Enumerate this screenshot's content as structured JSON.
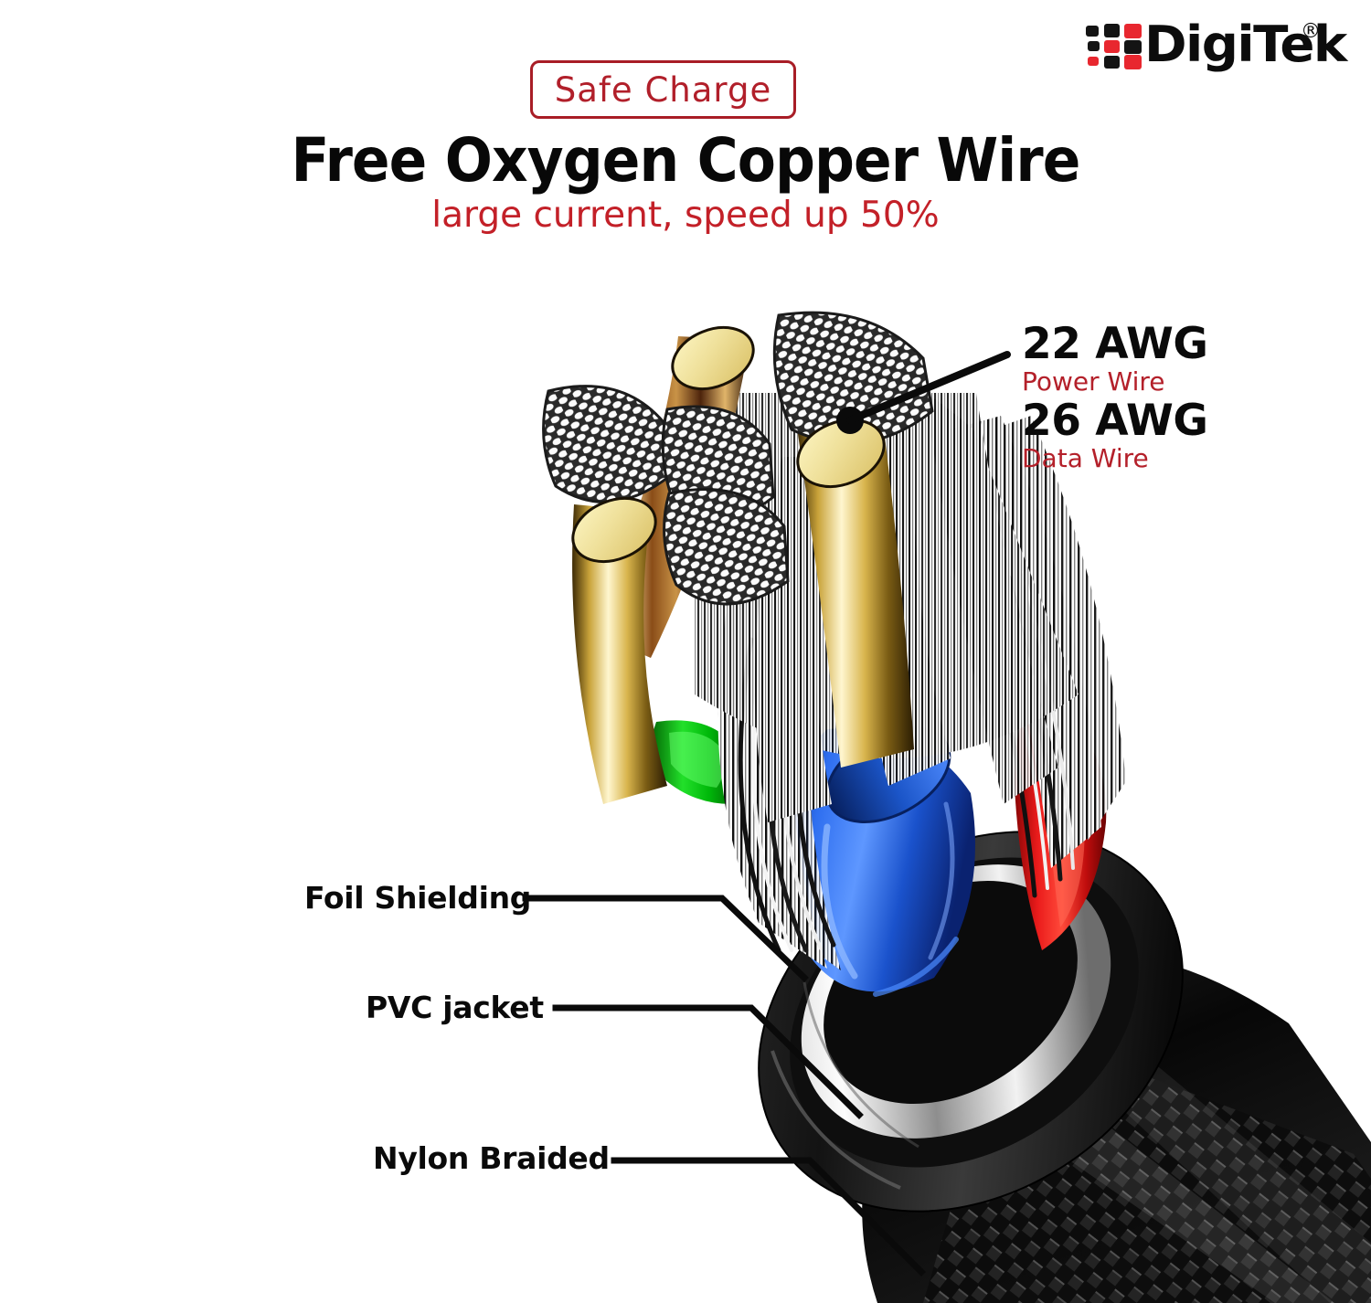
{
  "brand": {
    "name": "DigiTek",
    "registered_mark": "®",
    "logo_icon": "digitek-dot-grid-logo",
    "grid_colors": [
      "#141414",
      "#141414",
      "#e8272f",
      "#141414",
      "#e8272f",
      "#141414",
      "#e8272f",
      "#141414",
      "#e8272f"
    ]
  },
  "header": {
    "badge_label": "Safe  Charge",
    "headline": "Free Oxygen Copper Wire",
    "subheadline": "large current, speed up 50%"
  },
  "awg_callouts": [
    {
      "gauge": "22 AWG",
      "role": "Power Wire"
    },
    {
      "gauge": "26 AWG",
      "role": "Data Wire"
    }
  ],
  "layer_callouts": [
    {
      "label": "Foil Shielding"
    },
    {
      "label": "PVC jacket"
    },
    {
      "label": "Nylon Braided"
    }
  ],
  "colors": {
    "brand_red": "#e8272f",
    "accent_red": "#b4202a",
    "badge_border": "#a81d26",
    "headline_black": "#080808",
    "insulation_blue": "#1558d6",
    "insulation_red": "#e01010",
    "insulation_green": "#00cc00",
    "conductor_gold": "#f0e6a0",
    "jacket_black": "#141414",
    "foil_silver": "#d8d8d8"
  },
  "illustration": {
    "name": "usb-cable-cutaway-cross-section",
    "parts": [
      "stranded-copper-bundle",
      "solid-gold-conductor",
      "foil-shielding",
      "blue-insulation",
      "red-insulation",
      "green-insulation",
      "pvc-jacket",
      "nylon-braided-sleeve"
    ]
  }
}
